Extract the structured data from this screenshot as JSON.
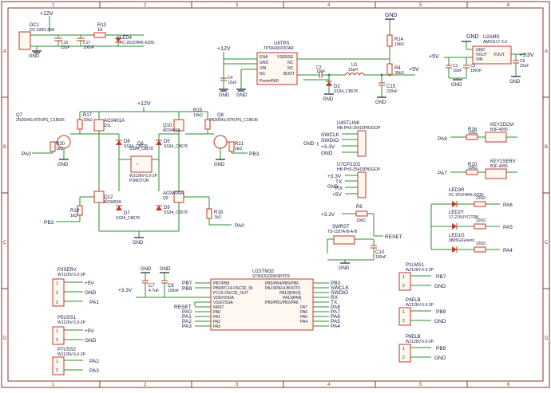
{
  "frame": {
    "cols": [
      "1",
      "2",
      "3",
      "4",
      "5",
      "6"
    ],
    "rows": [
      "A",
      "B",
      "C",
      "D"
    ]
  },
  "power_in": {
    "v12": "+12V",
    "gnd": "GND",
    "dc1_ref": "DC1",
    "dc1_val": "DC-028S-20A",
    "r13_ref": "R13",
    "r13_val": "1k",
    "c16_ref": "C16",
    "c16_val": "22uF",
    "c17_ref": "C17",
    "c17_val": "100nF",
    "led4_ref": "LED4",
    "led4_val": "FC-2012HRK-620D"
  },
  "buck": {
    "ic_ref": "U6TPS",
    "ic_val": "TPS54302DDAR",
    "pins_left": [
      "ENA",
      "GND",
      "VIN",
      "NC",
      "PowerPAD"
    ],
    "pins_right": [
      "VSENSE",
      "NC",
      "NC",
      "BOOT"
    ],
    "v12": "+12V",
    "gnd": "GND",
    "c4_ref": "C4",
    "c4_val": "10uF",
    "c3_ref": "C3",
    "c3_val": "10nF",
    "u1_ref": "U1",
    "u1_val": "15uH",
    "d2_ref": "D2",
    "d2_val": "SS34_C8678",
    "c15_ref": "C15",
    "c15_val": "220uF",
    "r14_ref": "R14",
    "r14_val": "10kΩ",
    "r4_ref": "R4",
    "r4_val": "30kΩ",
    "v5": "+5V"
  },
  "ldo": {
    "ic_ref": "U2AMS",
    "ic_val": "AMS1117-3.3",
    "pin_gnd": "GND",
    "pin_vout": "VOUT",
    "pin_vin": "VIN",
    "pin_vout2": "VOUT",
    "v5": "+5V",
    "v33": "+3.3V",
    "gnd": "GND",
    "c1_ref": "C1",
    "c1_val": "10uF",
    "c2_ref": "C2",
    "c2_val": "100nF",
    "c6_ref": "C6",
    "c6_val": "22uF"
  },
  "hbridge": {
    "v12": "+12V",
    "q7_ref": "Q7",
    "q7_val": "2N3904S-RTK/PS_C18536",
    "q8_ref": "Q8",
    "q8_val": "2N3904S-RTK/PS_C18536",
    "r17_ref": "R17",
    "r17_val": "10kΩ",
    "r15_ref": "R15",
    "r15_val": "10kΩ",
    "q11_ref": "AO3401A",
    "q11_tag": "Q11",
    "q10_ref": "Q10",
    "q10_val": "AO3401A",
    "d8_ref": "D8",
    "d8_val": "SS34_C8678",
    "d5_ref": "D5",
    "d5_val": "SS34_C8678",
    "d6_ref": "D6",
    "d6_val": "SS34_C8678",
    "r20_ref": "R20",
    "r20_val": "1kΩ",
    "r21_ref": "R21",
    "r21_val": "1kΩ",
    "pa0": "PA0",
    "pb3": "PB3",
    "motor_ref": "P2MOTOR",
    "motor_val": "WJ126V-5.0-2P",
    "q12_ref": "Q12",
    "q12_val": "AO3400A",
    "q9_ref": "AO3400A",
    "q9_tag": "Q9",
    "d7_ref": "D7",
    "d7_val": "SS34_C8678",
    "d9_ref": "D9",
    "d9_val": "SS34_C8678",
    "r19_ref": "R19",
    "r19_val": "1kΩ",
    "r18_ref": "R18",
    "r18_val": "1kΩ",
    "gnd": "GND"
  },
  "swd": {
    "ref": "U4STLINK",
    "val": "HB-PH3-25415PB2GOP",
    "pins": [
      "SWCLK",
      "SWDIO",
      "+3.3V",
      "GND"
    ],
    "gnd": "GND"
  },
  "uart": {
    "ref": "U7CP2102",
    "val": "HB-PH3-25415PB2GOP",
    "pins": [
      "+3.3V",
      "TX",
      "RX",
      "+5V"
    ],
    "gnd": "GND"
  },
  "reset": {
    "v33": "+3.3V",
    "r6_ref": "R6",
    "r6_val": "10kΩ",
    "sw_ref": "SWRST",
    "sw_val": "TS-1187A-B-A-B",
    "c10_ref": "C10",
    "c10_val": "100nF",
    "net": "RESET",
    "gnd": "GND"
  },
  "keys": {
    "key2_ref": "KEY2DCM",
    "key2_val": "B3F-4055",
    "key1_ref": "KEY1SERV",
    "key1_val": "B3F-4055",
    "r16_ref": "R16",
    "r16_val": "10kΩ",
    "r10_ref": "R10",
    "r10_val": "10kΩ",
    "pa8": "PA8",
    "pa7": "PA7"
  },
  "leds": {
    "led3_ref": "LED3R",
    "led3_val": "FC-2012HRK-620D",
    "led2_ref": "LED2Y",
    "led2_val": "17-215UYC/TR8",
    "led1_ref": "LED1G",
    "led1_val": "0805G(Green)",
    "r_val": "220Ω",
    "pa6": "PA6",
    "pa5": "PA5",
    "pa4": "PA4"
  },
  "mcu": {
    "ref": "U1STM32",
    "val": "STM32G030F6P6TR",
    "left_pins": [
      "PB7/PB8",
      "PB9/PC14-OSC32_IN",
      "PC15-OSC32_OUT",
      "VDD/VDDA",
      "VSS/VSSA",
      "NRST",
      "PA0",
      "PA1",
      "PA2",
      "PA3"
    ],
    "right_pins": [
      "PB3/PB4/PB5/PB6",
      "PA13/PA14-BOOT0",
      "PA12[PA10]",
      "PA11[PA9]",
      "PB0/PB1/PB2/PA8",
      "PA7",
      "PA6",
      "PA5",
      "PA4"
    ],
    "left_nets": [
      "PB7",
      "PB9",
      "",
      "",
      "",
      "RESET",
      "PA0",
      "PA1",
      "PA2",
      "PA3"
    ],
    "right_nets": [
      "PB3",
      "SWCLK",
      "SWDIO",
      "RX",
      "TX",
      "PA8",
      "PA7",
      "PA6",
      "PA5",
      "PA4"
    ],
    "v33": "+3.3V",
    "c7_ref": "C7",
    "c7_val": "4.7uF",
    "c8_ref": "C8",
    "c8_val": "100nF",
    "gnd": "GND"
  },
  "connectors": {
    "p3_ref": "P3SERV",
    "p3_val": "WJ126V-5.0-3P",
    "p3_nets": [
      "+5V",
      "GND",
      "PA1"
    ],
    "p5_ref": "P5USS1",
    "p5_val": "WJ126V-5.0-2P",
    "p5_nets": [
      "+5V",
      "GND"
    ],
    "p7_ref": "P7USS2",
    "p7_val": "WJ126V-5.0-2P",
    "p7_nets": [
      "PA2",
      "PA3"
    ],
    "p1_ref": "P1LMS1",
    "p1_val": "WJ126V-5.0-2P",
    "p1_nets": [
      "PB7",
      "GND"
    ],
    "p4_ref": "P4ELB",
    "p4_val": "WJ126V-5.0-2P",
    "p4_nets": [
      "PB9",
      "GND"
    ],
    "p6_ref": "P6ELB",
    "p6_val": "WJ126V-5.0-2P",
    "p6_nets": [
      "PB9",
      "GND"
    ],
    "pin_nums": [
      "1",
      "2",
      "3"
    ]
  },
  "colors": {
    "wire": "#2e8b2e",
    "part": "#c0392b",
    "ink": "#1a1a40",
    "frame": "#8a3030"
  }
}
